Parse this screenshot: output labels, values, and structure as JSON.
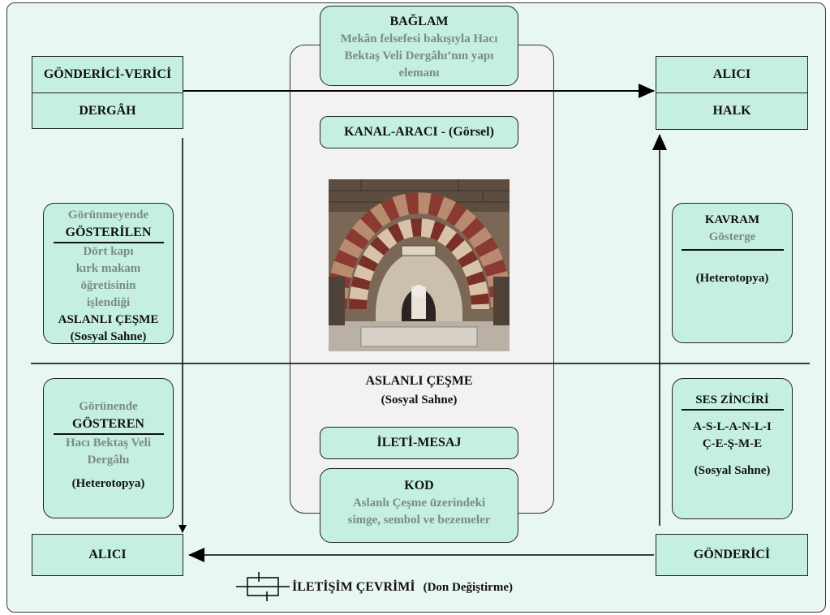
{
  "context": {
    "title": "BAĞLAM",
    "text": "Mekân felsefesi bakışıyla Hacı Bektaş Veli Dergâhı’nın yapı elemanı"
  },
  "sender_top": {
    "title": "GÖNDERİCİ-VERİCİ",
    "value": "DERGÂH"
  },
  "receiver_top": {
    "title": "ALICI",
    "value": "HALK"
  },
  "channel": {
    "label": "KANAL-ARACI - (Görsel)"
  },
  "signified": {
    "line1": "Görünmeyende",
    "line2": "GÖSTERİLEN",
    "line3": "Dört kapı",
    "line4": "kırk makam",
    "line5": "öğretisinin",
    "line6": "işlendiği",
    "line7": "ASLANLI ÇEŞME",
    "line8": "(Sosyal Sahne)"
  },
  "concept": {
    "title": "KAVRAM",
    "subtitle": "Gösterge",
    "value": "(Heterotopya)"
  },
  "center_caption": {
    "line1": "ASLANLI ÇEŞME",
    "line2": "(Sosyal Sahne)"
  },
  "signifier": {
    "line1": "Görünende",
    "line2": "GÖSTEREN",
    "line3": "Hacı Bektaş Veli",
    "line4": "Dergâhı",
    "line5": "(Heterotopya)"
  },
  "sound_chain": {
    "title": "SES ZİNCİRİ",
    "line1": "A-S-L-A-N-L-I",
    "line2": "Ç-E-Ş-M-E",
    "line3": "(Sosyal Sahne)"
  },
  "message": {
    "label": "İLETİ-MESAJ"
  },
  "code": {
    "title": "KOD",
    "line1": "Aslanlı Çeşme üzerindeki",
    "line2": "simge, sembol ve bezemeler"
  },
  "receiver_bottom": {
    "label": "ALICI"
  },
  "sender_bottom": {
    "label": "GÖNDERİCİ"
  },
  "legend": {
    "label": "İLETİŞİM ÇEVRİMİ",
    "note": "(Don Değiştirme)"
  }
}
